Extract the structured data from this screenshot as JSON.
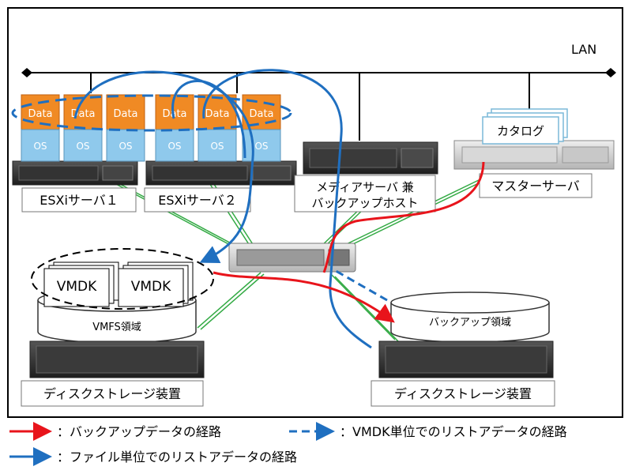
{
  "network": {
    "label": "LAN"
  },
  "esxi_servers": [
    {
      "label": "ESXiサーバ１",
      "vms": [
        {
          "data": "Data",
          "os": "OS"
        },
        {
          "data": "Data",
          "os": "OS"
        },
        {
          "data": "Data",
          "os": "OS"
        }
      ]
    },
    {
      "label": "ESXiサーバ２",
      "vms": [
        {
          "data": "Data",
          "os": "OS"
        },
        {
          "data": "Data",
          "os": "OS"
        },
        {
          "data": "Data",
          "os": "OS"
        }
      ]
    }
  ],
  "media_server": {
    "label_line1": "メディアサーバ 兼",
    "label_line2": "バックアップホスト"
  },
  "master_server": {
    "label": "マスターサーバ",
    "catalog": "カタログ"
  },
  "vmfs_storage": {
    "vmdk_labels": [
      "VMDK",
      "VMDK"
    ],
    "area_label": "VMFS領域",
    "device_label": "ディスクストレージ装置"
  },
  "backup_storage": {
    "area_label": "バックアップ領域",
    "device_label": "ディスクストレージ装置"
  },
  "legend": {
    "backup_path": "：バックアップデータの経路",
    "vmdk_restore_path": "：VMDK単位でのリストアデータの経路",
    "file_restore_path": "：ファイル単位でのリストアデータの経路"
  },
  "colors": {
    "backup_path": "#e8141b",
    "restore_path": "#1f6fc0",
    "data_box": "#f08a24",
    "os_box": "#8fc9ec",
    "san_line": "#33aa44"
  }
}
